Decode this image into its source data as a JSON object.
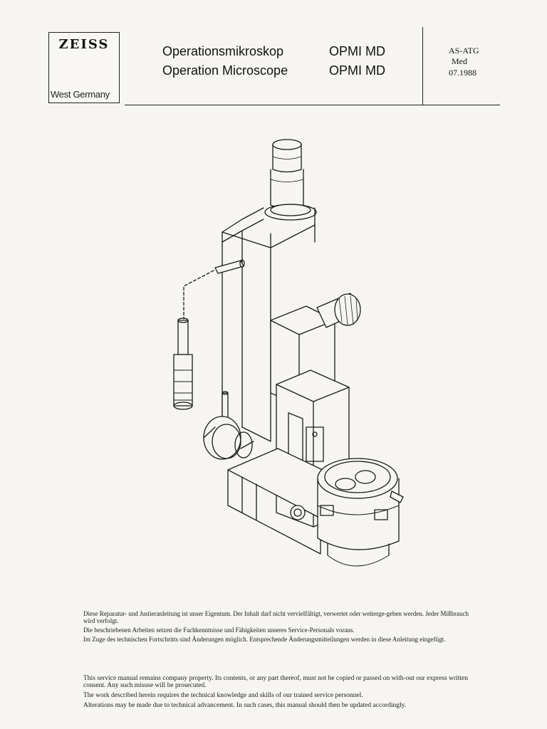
{
  "logo": {
    "word": "ZEISS",
    "subtitle": "West Germany"
  },
  "header": {
    "title_de": "Operationsmikroskop",
    "title_en": "Operation Microscope",
    "model_de": "OPMI MD",
    "model_en": "OPMI MD"
  },
  "doc_meta": {
    "code": "AS-ATG",
    "dept": "Med",
    "date": "07.1988"
  },
  "notes_de": {
    "p1": "Diese Reparatur- und Justieranleitung ist unser Eigentum. Der Inhalt darf nicht vervielfältigt, verwertet oder weiterge-geben werden. Jeder Mißbrauch wird verfolgt.",
    "p2": "Die beschriebenen Arbeiten setzen die Fachkenntnisse und Fähigkeiten unseres Service-Personals voraus.",
    "p3": "Im Zuge des technischen Fortschritts sind Änderungen möglich. Entsprechende Änderungsmitteilungen werden in diese Anleitung eingefügt."
  },
  "notes_en": {
    "p1": "This service manual remains company property. Its contents, or any part thereof, must not be copied or passed on with-out our express written consent. Any such misuse will be prosecuted.",
    "p2": "The work described herein requires the technical knowledge and skills of our trained service personnel.",
    "p3": "Alterations may be made due to technical advancement. In such cases, this manual should then be updated accordingly."
  }
}
